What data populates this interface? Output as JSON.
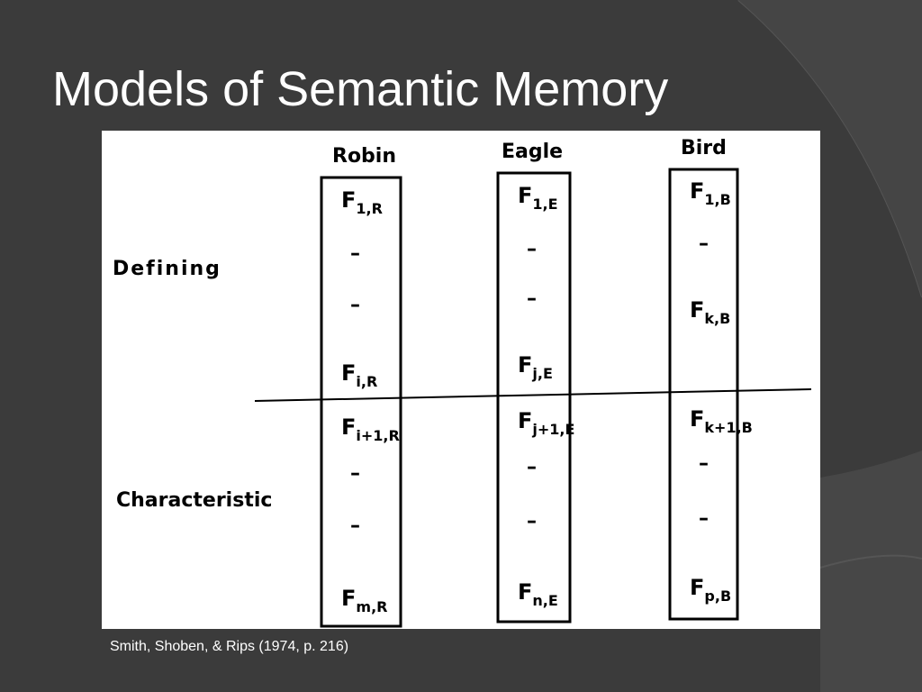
{
  "slide": {
    "title": "Models of Semantic Memory",
    "caption": "Smith, Shoben, & Rips (1974, p. 216)"
  },
  "figure": {
    "row_labels": {
      "defining": "Defining",
      "characteristic": "Characteristic"
    },
    "columns": [
      {
        "header": "Robin",
        "defining": [
          {
            "main": "F",
            "sub": "1,R"
          },
          {
            "dash": "–"
          },
          {
            "dash": "–"
          },
          {
            "main": "F",
            "sub": "i,R"
          }
        ],
        "characteristic": [
          {
            "main": "F",
            "sub": "i+1,R"
          },
          {
            "dash": "–"
          },
          {
            "dash": "–"
          },
          {
            "main": "F",
            "sub": "m,R"
          }
        ]
      },
      {
        "header": "Eagle",
        "defining": [
          {
            "main": "F",
            "sub": "1,E"
          },
          {
            "dash": "–"
          },
          {
            "dash": "–"
          },
          {
            "main": "F",
            "sub": "j,E"
          }
        ],
        "characteristic": [
          {
            "main": "F",
            "sub": "j+1,E"
          },
          {
            "dash": "–"
          },
          {
            "dash": "–"
          },
          {
            "main": "F",
            "sub": "n,E"
          }
        ]
      },
      {
        "header": "Bird",
        "defining": [
          {
            "main": "F",
            "sub": "1,B"
          },
          {
            "dash": "–"
          },
          {
            "main": "F",
            "sub": "k,B"
          }
        ],
        "characteristic": [
          {
            "main": "F",
            "sub": "k+1,B"
          },
          {
            "dash": "–"
          },
          {
            "dash": "–"
          },
          {
            "main": "F",
            "sub": "p,B"
          }
        ]
      }
    ]
  }
}
